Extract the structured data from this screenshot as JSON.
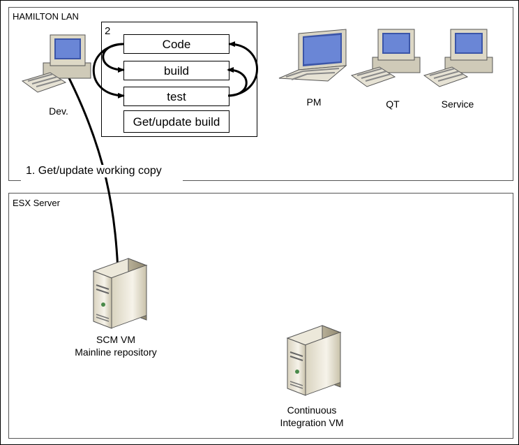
{
  "lan": {
    "title": "HAMILTON LAN",
    "devices": {
      "dev": "Dev.",
      "pm": "PM",
      "qt": "QT",
      "service": "Service"
    }
  },
  "workflow": {
    "step_number": "2",
    "steps": [
      "Code",
      "build",
      "test",
      "Get/update build"
    ]
  },
  "step1_label": "1. Get/update working copy",
  "esx": {
    "title": "ESX Server",
    "scm": {
      "line1": "SCM VM",
      "line2": "Mainline repository"
    },
    "ci": {
      "line1": "Continuous",
      "line2": "Integration VM"
    }
  }
}
